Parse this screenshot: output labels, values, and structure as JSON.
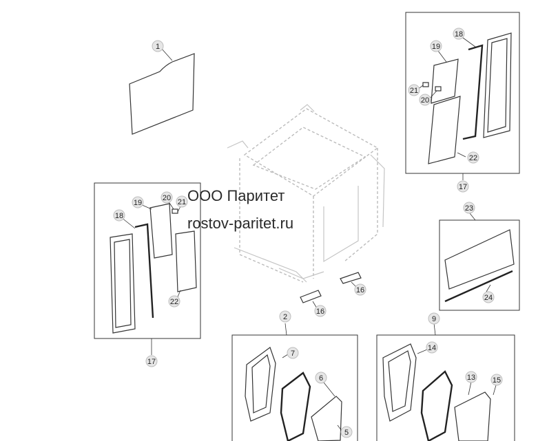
{
  "watermark": {
    "line1": "ООО Паритет",
    "line2": "rostov-paritet.ru"
  },
  "callouts": {
    "c1": "1",
    "c2": "2",
    "c5": "5",
    "c6": "6",
    "c7": "7",
    "c9": "9",
    "c13": "13",
    "c14": "14",
    "c15": "15",
    "c16a": "16",
    "c16b": "16",
    "c17_left": "17",
    "c17_right": "17",
    "c18_left": "18",
    "c18_right": "18",
    "c19_left": "19",
    "c19_right": "19",
    "c20_left": "20",
    "c20_right": "20",
    "c21_left": "21",
    "c21_right": "21",
    "c22_left": "22",
    "c22_right": "22",
    "c23": "23",
    "c24": "24"
  }
}
